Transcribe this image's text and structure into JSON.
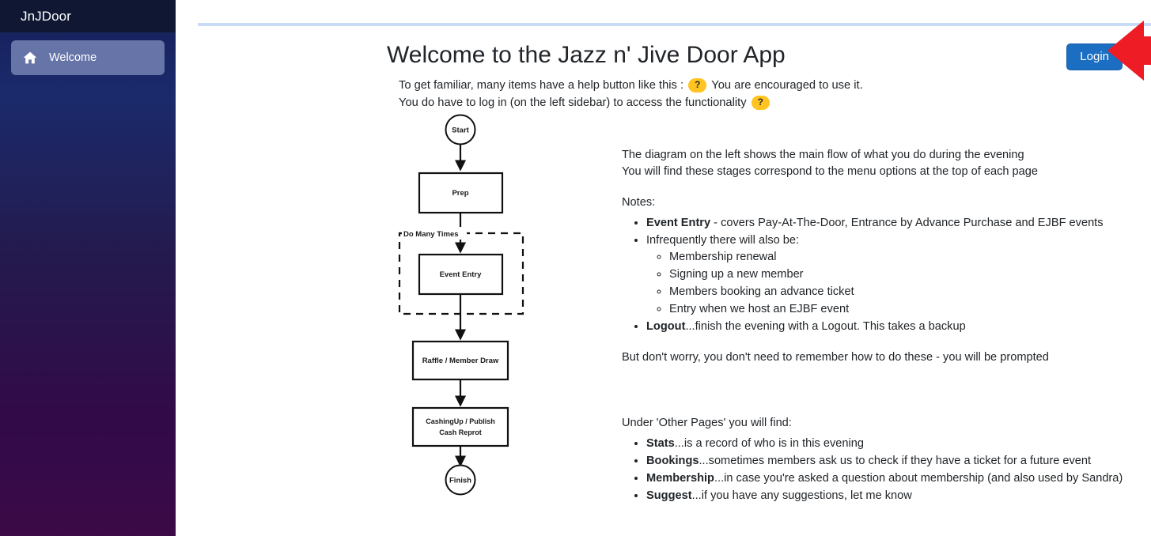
{
  "sidebar": {
    "brand": "JnJDoor",
    "items": [
      {
        "label": "Welcome",
        "icon": "home-icon",
        "active": true
      }
    ]
  },
  "header": {
    "title": "Welcome to the Jazz n' Jive Door App",
    "login_label": "Login"
  },
  "intro": {
    "line1_before": "To get familiar, many items have a help button like this :",
    "help_glyph": "?",
    "line1_after": "You are encouraged to use it.",
    "line2_before": "You do have to log in (on the left sidebar) to access the functionality"
  },
  "flowchart": {
    "type": "flowchart",
    "nodes": [
      {
        "id": "start",
        "label": "Start",
        "shape": "circle"
      },
      {
        "id": "prep",
        "label": "Prep",
        "shape": "rect"
      },
      {
        "id": "event_entry",
        "label": "Event Entry",
        "shape": "rect"
      },
      {
        "id": "raffle",
        "label": "Raffle / Member Draw",
        "shape": "rect"
      },
      {
        "id": "cashing",
        "label_line1": "CashingUp / Publish",
        "label_line2": "Cash Reprot",
        "shape": "rect"
      },
      {
        "id": "finish",
        "label": "Finish",
        "shape": "circle"
      }
    ],
    "group_label": "Do Many Times"
  },
  "notes": {
    "intro_line1": "The diagram on the left shows the main flow of what you do during the evening",
    "intro_line2": "You will find these stages correspond to the menu options at the top of each page",
    "notes_heading": "Notes:",
    "bullets": [
      {
        "bold": "Event Entry",
        "rest": " - covers Pay-At-The-Door, Entrance by Advance Purchase and EJBF events"
      },
      {
        "bold": "",
        "rest": "Infrequently there will also be:"
      }
    ],
    "sub_bullets": [
      "Membership renewal",
      "Signing up a new member",
      "Members booking an advance ticket",
      "Entry when we host an EJBF event"
    ],
    "logout_bold": "Logout",
    "logout_rest": "...finish the evening with a Logout. This takes a backup",
    "closing": "But don't worry, you don't need to remember how to do these - you will be prompted"
  },
  "other_pages": {
    "heading": "Under 'Other Pages' you will find:",
    "items": [
      {
        "bold": "Stats",
        "rest": "...is a record of who is in this evening"
      },
      {
        "bold": "Bookings",
        "rest": "...sometimes members ask us to check if they have a ticket for a future event"
      },
      {
        "bold": "Membership",
        "rest": "...in case you're asked a question about membership (and also used by Sandra)"
      },
      {
        "bold": "Suggest",
        "rest": "...if you have any suggestions, let me know"
      }
    ]
  },
  "annotation": {
    "shape": "left-pointing-arrow",
    "color": "#ee1c25",
    "points_to": "login-button"
  },
  "colors": {
    "sidebar_top": "#0f1733",
    "sidebar_gradient_start": "#16205a",
    "sidebar_gradient_end": "#3b0a47",
    "nav_active": "#6774a8",
    "login_blue": "#1b6ec2",
    "help_yellow": "#ffc421",
    "rule_blue": "#c9dcf7",
    "arrow_red": "#ee1c25"
  }
}
